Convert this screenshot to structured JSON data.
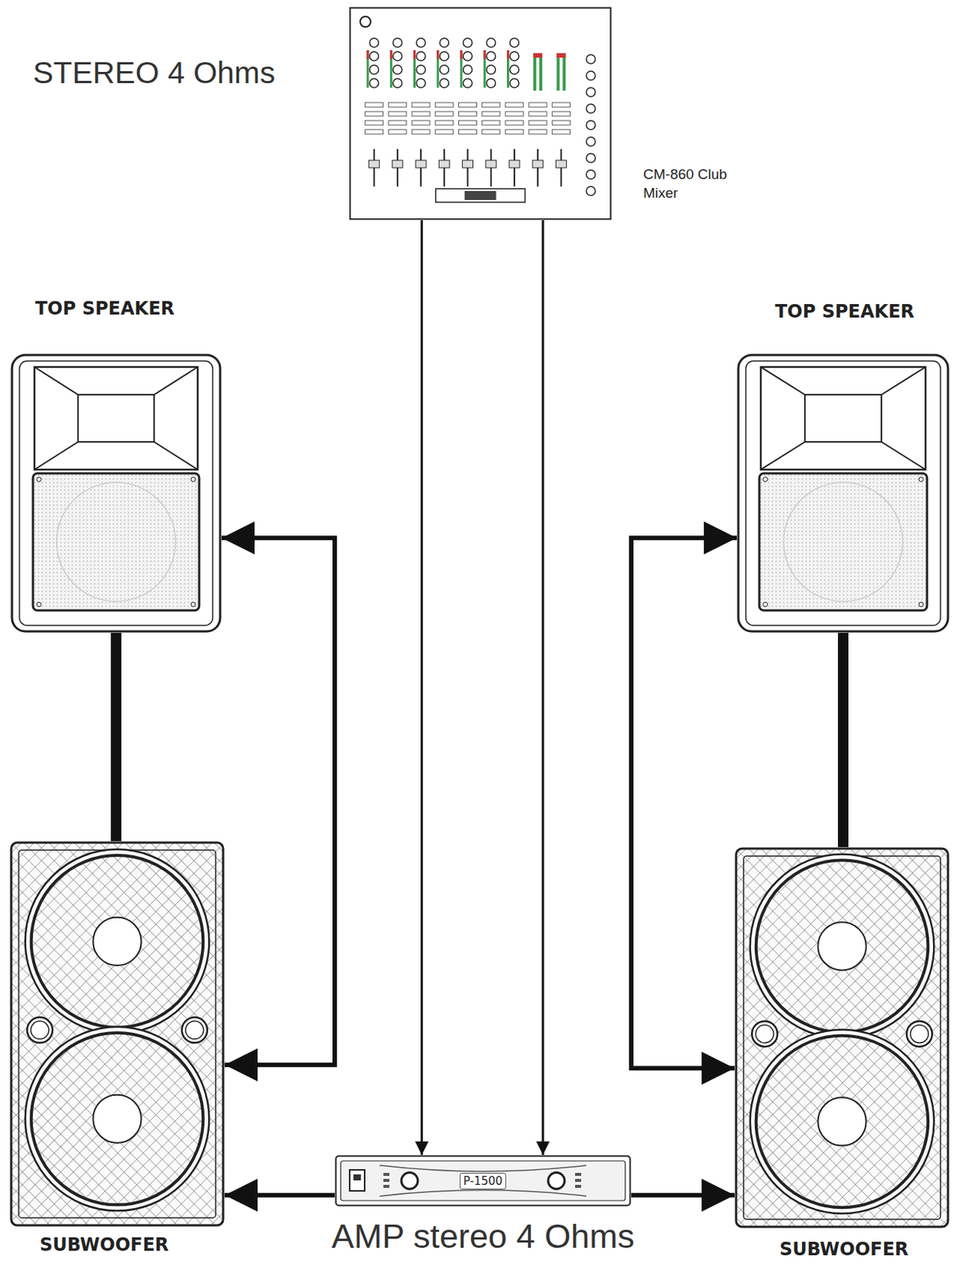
{
  "diagram": {
    "title": "STEREO 4 Ohms",
    "nodes": [
      {
        "text": [
          "CM-860 Club Mixer"
        ]
      },
      {
        "text": [
          "TOP SPEAKER"
        ]
      },
      {
        "text": [
          "TOP SPEAKER"
        ]
      },
      {
        "text": [
          "SUBWOOFER"
        ]
      },
      {
        "text": [
          "SUBWOOFER"
        ]
      },
      {
        "text": [
          "P-1500",
          "AMP stereo 4 Ohms"
        ]
      }
    ],
    "edges": [
      {
        "from": 0,
        "to": 5,
        "arrow": "to"
      },
      {
        "from": 0,
        "to": 5,
        "arrow": "to"
      },
      {
        "from": 5,
        "to": 3,
        "arrow": "to"
      },
      {
        "from": 5,
        "to": 4,
        "arrow": "to"
      },
      {
        "from": 3,
        "to": 1,
        "arrow": "both"
      },
      {
        "from": 4,
        "to": 2,
        "arrow": "both"
      },
      {
        "from": 1,
        "to": 3,
        "arrow": "none"
      },
      {
        "from": 2,
        "to": 4,
        "arrow": "none"
      }
    ]
  }
}
